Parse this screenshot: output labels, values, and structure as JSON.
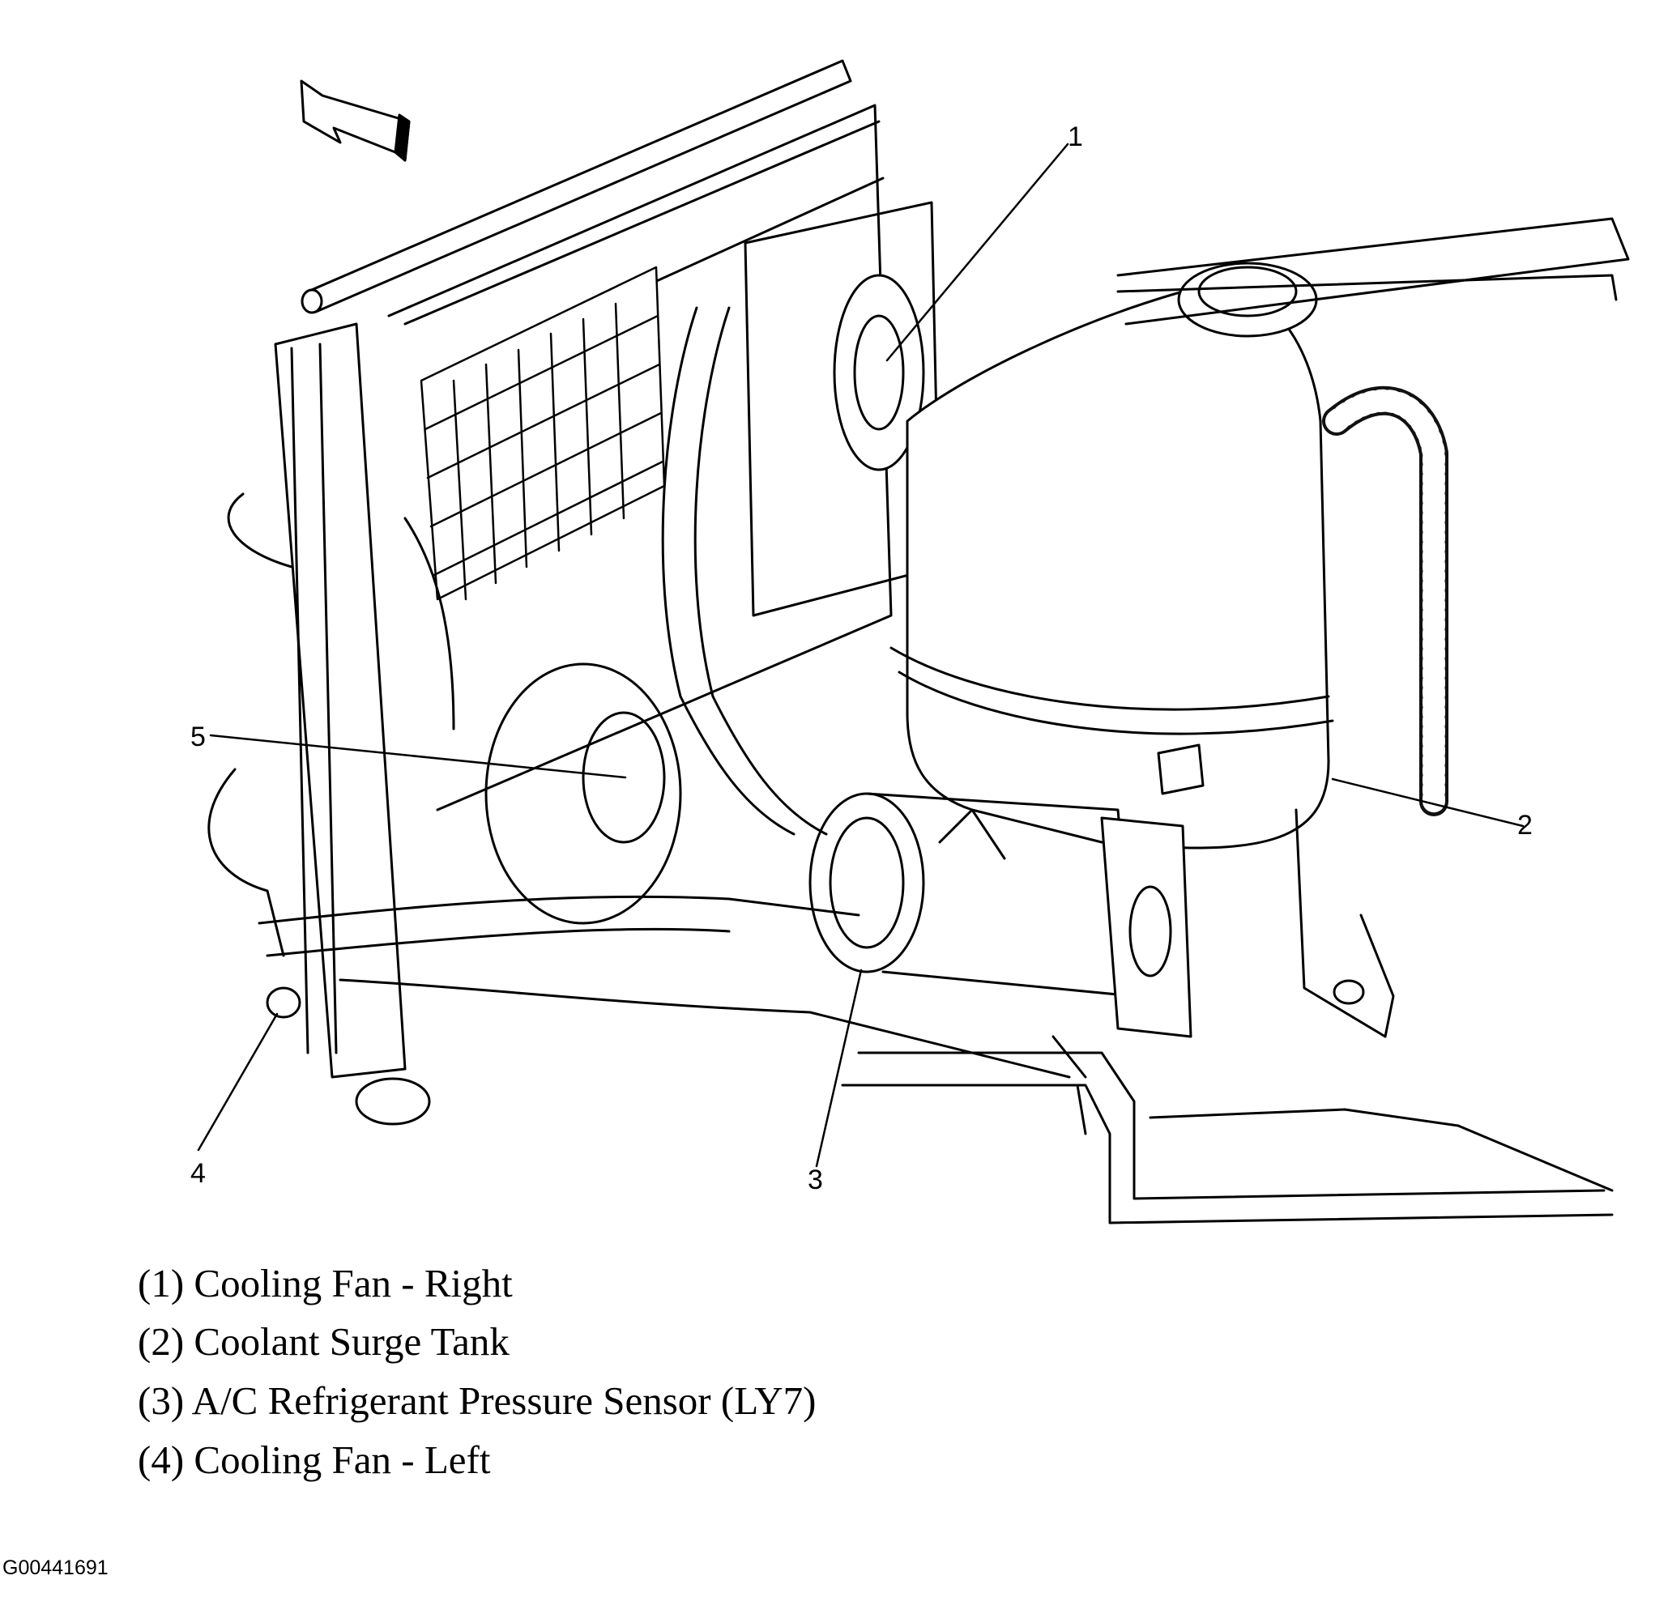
{
  "diagram": {
    "callouts": [
      {
        "label": "1"
      },
      {
        "label": "2"
      },
      {
        "label": "3"
      },
      {
        "label": "4"
      },
      {
        "label": "5"
      }
    ],
    "legend": [
      {
        "text": "(1) Cooling Fan - Right"
      },
      {
        "text": "(2) Coolant Surge Tank"
      },
      {
        "text": "(3) A/C Refrigerant Pressure Sensor (LY7)"
      },
      {
        "text": "(4) Cooling Fan - Left"
      }
    ],
    "figure_id": "G00441691"
  }
}
